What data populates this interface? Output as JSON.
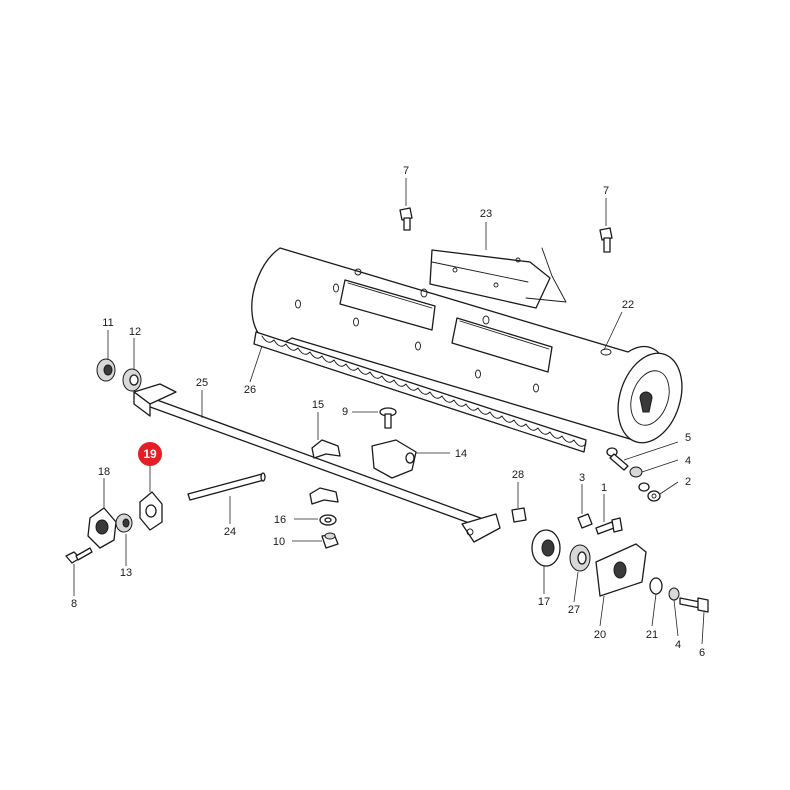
{
  "highlight": {
    "label": "19",
    "color": "#e31e24"
  },
  "labels": {
    "p1": "1",
    "p2": "2",
    "p3": "3",
    "p4a": "4",
    "p4b": "4",
    "p5": "5",
    "p6": "6",
    "p7a": "7",
    "p7b": "7",
    "p8": "8",
    "p9": "9",
    "p10": "10",
    "p11": "11",
    "p12": "12",
    "p13": "13",
    "p14": "14",
    "p15": "15",
    "p16": "16",
    "p17": "17",
    "p18": "18",
    "p20": "20",
    "p21": "21",
    "p22": "22",
    "p23": "23",
    "p24": "24",
    "p25": "25",
    "p26": "26",
    "p27": "27",
    "p28": "28"
  }
}
